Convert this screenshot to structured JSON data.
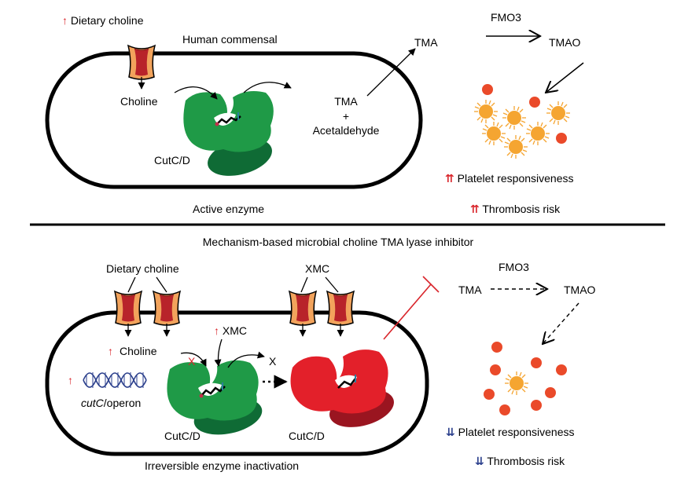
{
  "top_panel": {
    "dietary_choline_label": "Dietary choline",
    "up_arrow": "↑",
    "human_commensal_label": "Human commensal",
    "choline_label": "Choline",
    "enzyme_label": "CutC/D",
    "tma_label": "TMA",
    "plus_label": "+",
    "acetaldehyde_label": "Acetaldehyde",
    "tma_out_label": "TMA",
    "fmo3_label": "FMO3",
    "tmao_label": "TMAO",
    "double_up_arrow": "⇈",
    "platelet_label": "Platelet responsiveness",
    "thrombosis_label": "Thrombosis risk",
    "state_label": "Active enzyme"
  },
  "divider_title": "Mechanism-based microbial choline TMA lyase inhibitor",
  "bottom_panel": {
    "dietary_choline_label": "Dietary choline",
    "xmc_label": "XMC",
    "xmc_inside_label": "XMC",
    "up_arrow": "↑",
    "choline_label": "Choline",
    "x_mark": "X",
    "x_label": "X",
    "cutc_gene_label": "cutC",
    "operon_label": "/operon",
    "enzyme_label_green": "CutC/D",
    "enzyme_label_red": "CutC/D",
    "tma_label": "TMA",
    "fmo3_label": "FMO3",
    "tmao_label": "TMAO",
    "double_down_arrow": "⇊",
    "platelet_label": "Platelet responsiveness",
    "thrombosis_label": "Thrombosis risk",
    "state_label": "Irreversible enzyme inactivation"
  },
  "colors": {
    "transporter_dark": "#b8232a",
    "transporter_light": "#f2a35c",
    "enzyme_green": "#1f9a47",
    "enzyme_green_dark": "#0f6b35",
    "enzyme_red": "#e3202a",
    "enzyme_red_dark": "#9a1520",
    "platelet_orange": "#f5a531",
    "rbc_red": "#ea4a2a",
    "dna_blue": "#2b3f8c",
    "up_red": "#d9252b",
    "down_blue": "#2b3f8c"
  }
}
